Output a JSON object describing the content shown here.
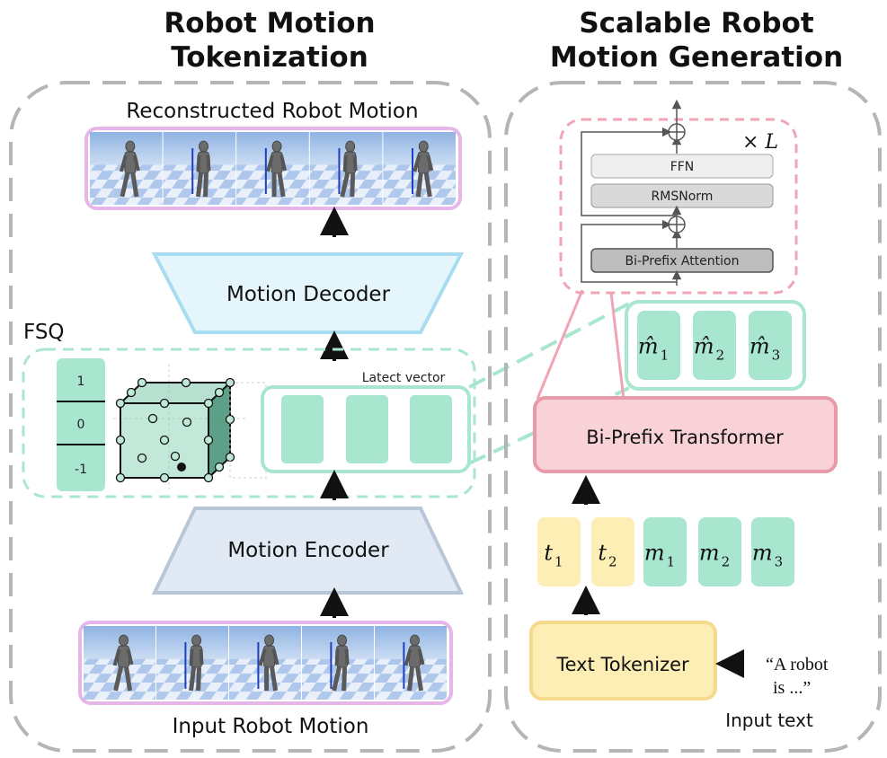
{
  "left_panel": {
    "title_line1": "Robot Motion",
    "title_line2": "Tokenization",
    "reconstructed_label": "Reconstructed Robot Motion",
    "input_label": "Input Robot Motion",
    "decoder_label": "Motion Decoder",
    "encoder_label": "Motion Encoder",
    "fsq_label": "FSQ",
    "latent_label": "Latect vector",
    "fsq_levels": [
      "1",
      "0",
      "-1"
    ]
  },
  "right_panel": {
    "title_line1": "Scalable Robot",
    "title_line2": "Motion Generation",
    "block": {
      "ffn": "FFN",
      "rmsnorm": "RMSNorm",
      "attention": "Bi-Prefix Attention",
      "repeat": "× L"
    },
    "transformer_label": "Bi-Prefix Transformer",
    "tokenizer_label": "Text Tokenizer",
    "input_text_label": "Input text",
    "quote_line1": "“A robot",
    "quote_line2": "is ...”",
    "output_tokens": [
      {
        "base": "m̂",
        "sub": "1"
      },
      {
        "base": "m̂",
        "sub": "2"
      },
      {
        "base": "m̂",
        "sub": "3"
      }
    ],
    "input_tokens": [
      {
        "base": "t",
        "sub": "1",
        "kind": "text"
      },
      {
        "base": "t",
        "sub": "2",
        "kind": "text"
      },
      {
        "base": "m",
        "sub": "1",
        "kind": "motion"
      },
      {
        "base": "m",
        "sub": "2",
        "kind": "motion"
      },
      {
        "base": "m",
        "sub": "3",
        "kind": "motion"
      }
    ]
  },
  "colors": {
    "motion_token": "#a9e6cf",
    "text_token": "#fdeeb6",
    "transformer_fill": "#f9d2d8",
    "transformer_border": "#e99aa8",
    "decoder_fill": "#e4f6fb",
    "decoder_border": "#a8dcef",
    "encoder_fill": "#e1eaf4",
    "encoder_border": "#b8c6d8",
    "strip_border": "#e6b5ea",
    "dash_gray": "#b5b5b5",
    "dash_green": "#a9e6cf"
  }
}
